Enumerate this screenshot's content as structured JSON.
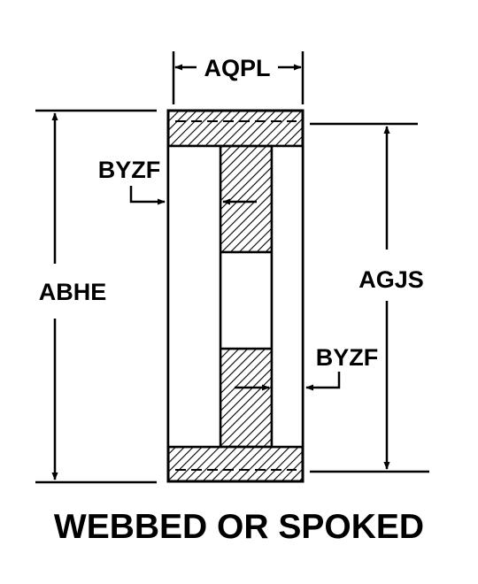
{
  "labels": {
    "top_width": "AQPL",
    "overall_diameter": "ABHE",
    "hub_diameter": "AGJS",
    "web_callout_left": "BYZF",
    "web_callout_right": "BYZF"
  },
  "caption": "WEBBED OR SPOKED"
}
